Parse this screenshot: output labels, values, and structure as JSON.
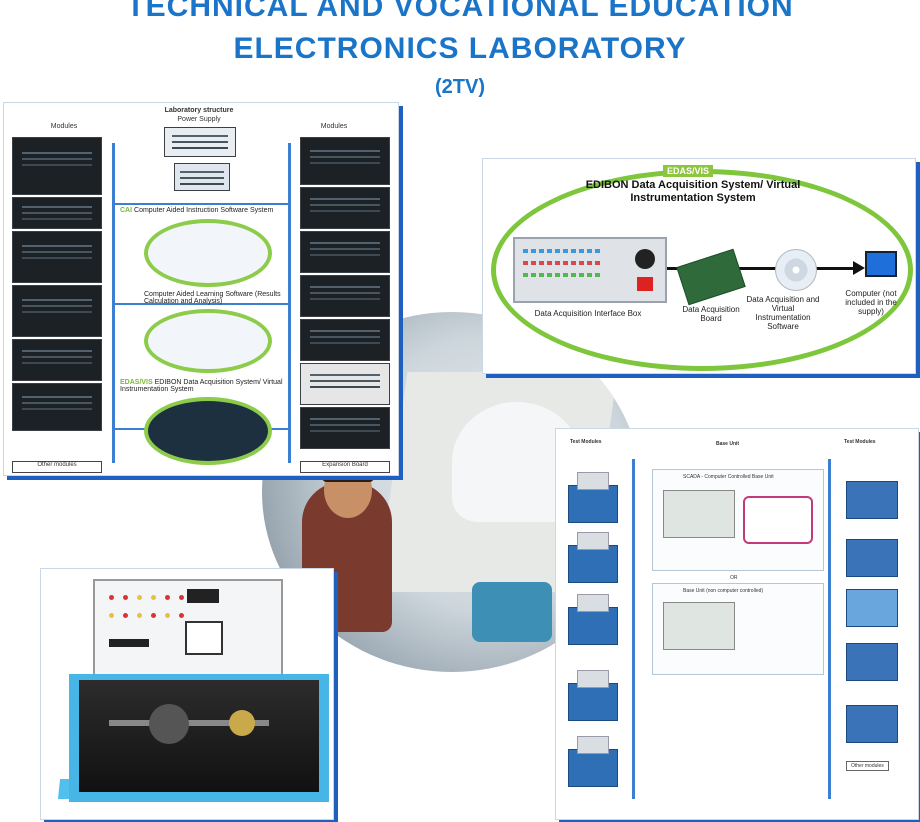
{
  "header": {
    "title_line1": "TECHNICAL AND VOCATIONAL EDUCATION",
    "title_line2": "ELECTRONICS LABORATORY",
    "code": "(2TV)",
    "color": "#1a75c8"
  },
  "lab_structure": {
    "title": "Laboratory structure",
    "power_supply": "Power Supply",
    "left_heading": "Modules",
    "right_heading": "Modules",
    "cai_label": "Computer Aided Instruction Software System",
    "cai_tag": "CAI",
    "cal_label": "Computer Aided Learning Software (Results Calculation and Analysis)",
    "edas_label": "EDIBON Data Acquisition System/ Virtual Instrumentation System",
    "edas_tag": "EDAS/VIS",
    "left_footer": "Other modules",
    "right_footer": "Expansion Board"
  },
  "edas_panel": {
    "badge": "EDAS/VIS",
    "title": "EDIBON Data Acquisition System/ Virtual Instrumentation System",
    "box_caption": "Data Acquisition Interface Box",
    "board_caption": "Data Acquisition Board",
    "software_caption": "Data Acquisition and Virtual Instrumentation Software",
    "computer_caption": "Computer (not included in the supply)",
    "accent": "#7ec63c"
  },
  "test_modules": {
    "left_heading": "Test Modules",
    "center_heading": "Base Unit",
    "right_heading": "Test Modules",
    "scada_label": "SCADA - Computer Controlled Base Unit",
    "or_label": "OR",
    "manual_label": "Base Unit (non computer controlled)",
    "footer": "Other modules"
  },
  "trainer": {
    "icon": "trainer-unit-photo"
  },
  "photo": {
    "icon": "student-lab-photo"
  }
}
